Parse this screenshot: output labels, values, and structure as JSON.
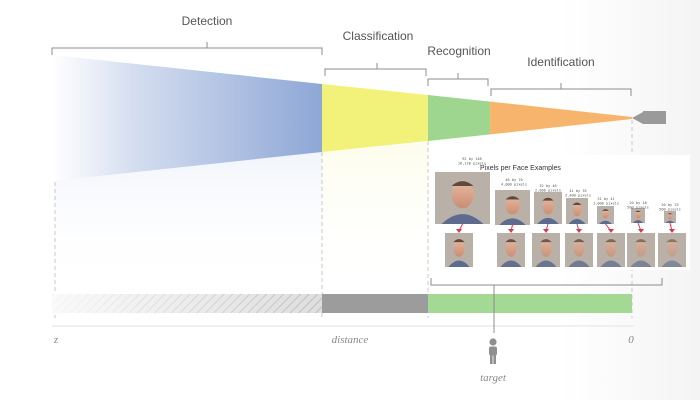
{
  "stages": [
    {
      "id": "detection",
      "label": "Detection",
      "color": "#8ea7d6"
    },
    {
      "id": "classification",
      "label": "Classification",
      "color": "#f2f27a"
    },
    {
      "id": "recognition",
      "label": "Recognition",
      "color": "#9ed68f"
    },
    {
      "id": "identification",
      "label": "Identification",
      "color": "#f6b46c"
    }
  ],
  "bar": {
    "detection_color": "#c4c4c4",
    "classification_color": "#9c9c9c",
    "recognition_color": "#a3d895"
  },
  "axis": {
    "far_label": "z",
    "mid_label": "distance",
    "near_label": "0",
    "target_label": "target"
  },
  "examples_panel": {
    "title": "Pixels per Face Examples",
    "resolutions": [
      {
        "size": "92 by 148",
        "pixels": "16,128 pixels"
      },
      {
        "size": "46 by 70",
        "pixels": "4,000 pixels"
      },
      {
        "size": "32 by 46",
        "pixels": "2,000 pixels"
      },
      {
        "size": "41 by 35",
        "pixels": "2,400 pixels"
      },
      {
        "size": "31 by 41",
        "pixels": "1,000 pixels"
      },
      {
        "size": "20 by 18",
        "pixels": "500 pixels"
      },
      {
        "size": "20 by 25",
        "pixels": "500 pixels"
      }
    ]
  }
}
